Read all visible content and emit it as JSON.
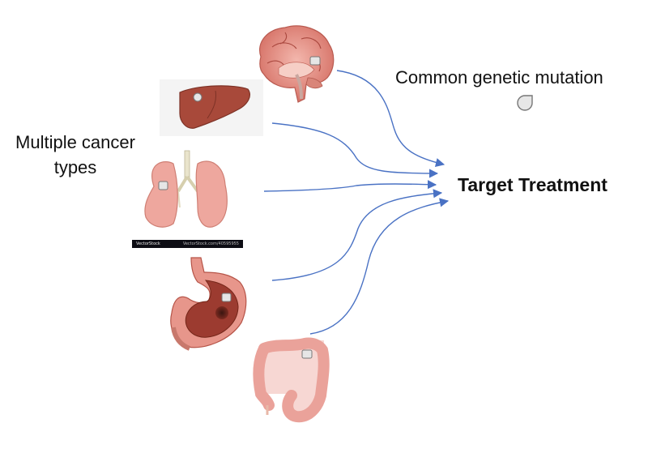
{
  "labels": {
    "left": "Multiple cancer types",
    "mutation": "Common genetic mutation",
    "target": "Target Treatment"
  },
  "watermark": {
    "brand": "VectorStock",
    "credit": "VectorStock.com/40595955"
  },
  "organs": [
    "brain",
    "liver",
    "lungs",
    "stomach",
    "colon"
  ],
  "icons": {
    "mutation_marker": "droplet-icon"
  },
  "colors": {
    "arrow": "#4a72c4",
    "organ_flesh": "#e89a90",
    "organ_dark": "#b5483d",
    "liver": "#a8493a",
    "mutation_marker_fill": "#e6e6e6",
    "mutation_marker_stroke": "#777777"
  }
}
